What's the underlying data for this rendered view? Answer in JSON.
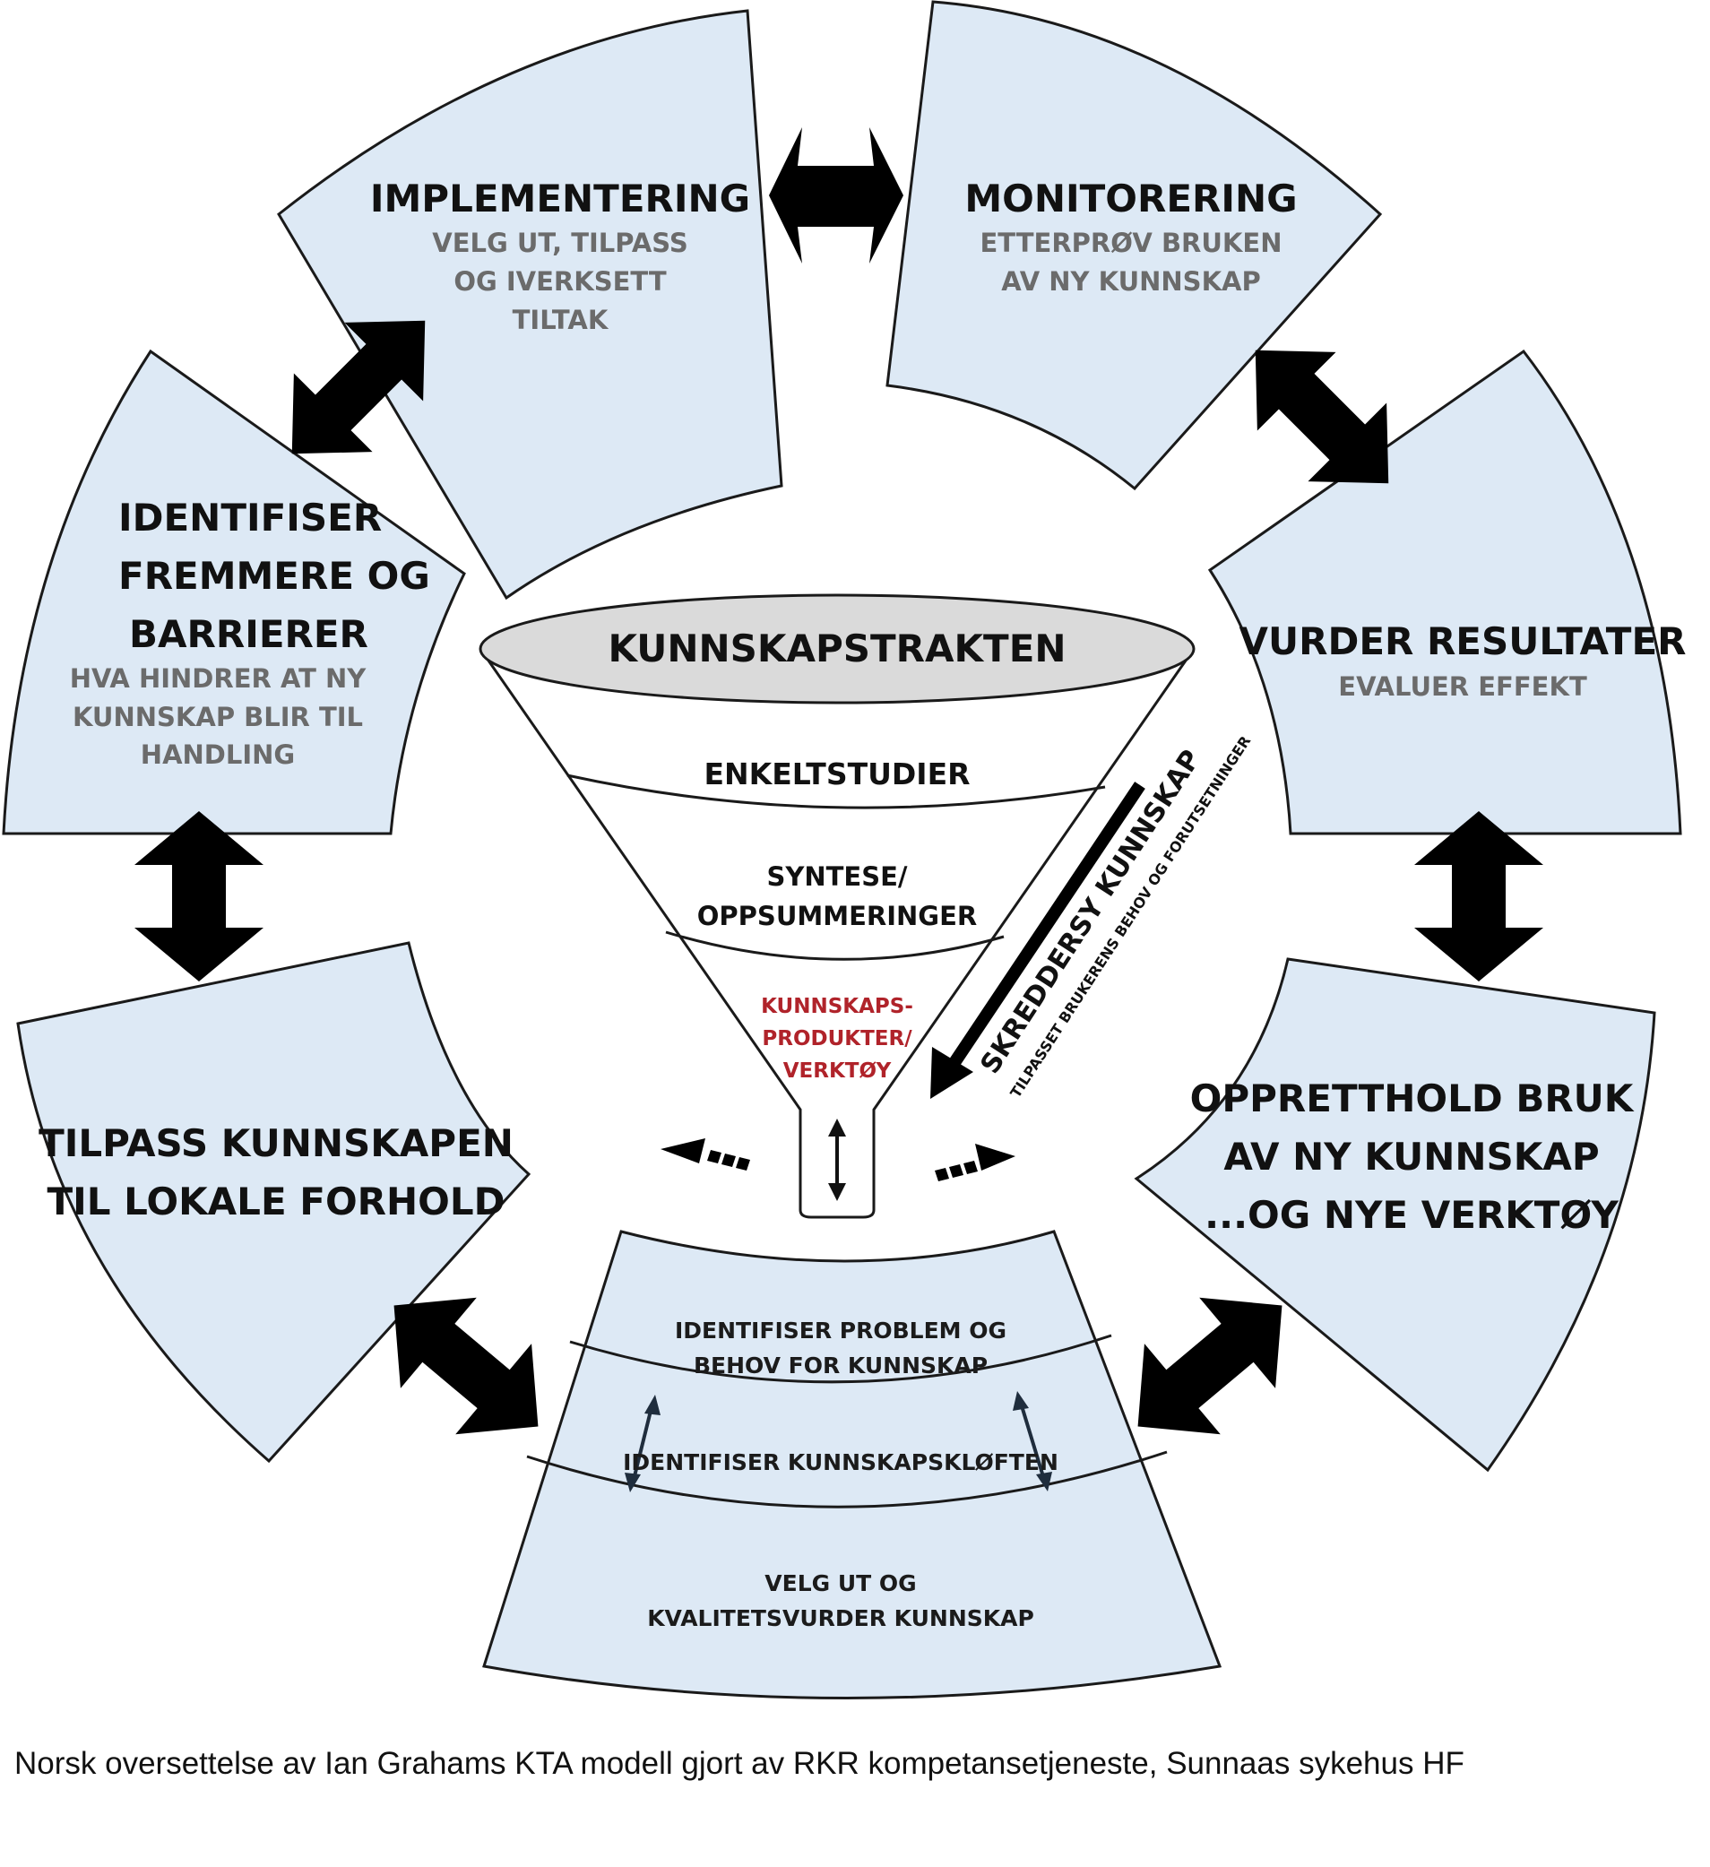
{
  "segments": {
    "implementering": {
      "title": "IMPLEMENTERING",
      "sub": [
        "VELG UT, TILPASS",
        "OG IVERKSETT",
        "TILTAK"
      ]
    },
    "monitorering": {
      "title": "MONITORERING",
      "sub": [
        "ETTERPRØV BRUKEN",
        "AV NY KUNNSKAP"
      ]
    },
    "vurder": {
      "title": "VURDER RESULTATER",
      "sub": [
        "EVALUER EFFEKT"
      ]
    },
    "oppretthold": {
      "title": [
        "OPPRETTHOLD BRUK",
        "AV NY KUNNSKAP",
        "...OG NYE VERKTØY"
      ]
    },
    "tilpass": {
      "title": [
        "TILPASS KUNNSKAPEN",
        "TIL LOKALE FORHOLD"
      ]
    },
    "identifiser": {
      "title": [
        "IDENTIFISER",
        "FREMMERE  OG",
        "BARRIERER"
      ],
      "sub": [
        "HVA HINDRER AT NY",
        "KUNNSKAP BLIR TIL",
        "HANDLING"
      ]
    }
  },
  "funnel": {
    "title": "KUNNSKAPSTRAKTEN",
    "level1": "ENKELTSTUDIER",
    "level2": [
      "SYNTESE/",
      "OPPSUMMERINGER"
    ],
    "level3": [
      "KUNNSKAPS-",
      "PRODUKTER/",
      "VERKTØY"
    ],
    "skreddersy": "SKREDDERSY KUNNSKAP",
    "skreddersy_sub": "TILPASSET BRUKERENS BEHOV OG FORUTSETNINGER"
  },
  "bottom": {
    "band1": [
      "IDENTIFISER PROBLEM OG",
      "BEHOV FOR KUNNSKAP"
    ],
    "band2": "IDENTIFISER KUNNSKAPSKLØFTEN",
    "band3": [
      "VELG UT OG",
      "KVALITETSVURDER KUNNSKAP"
    ]
  },
  "caption": "Norsk oversettelse av Ian Grahams KTA modell gjort av RKR kompetansetjeneste, Sunnaas sykehus HF",
  "colors": {
    "segment_fill": "#dde9f5",
    "subtitle_gray": "#6b6b6b",
    "accent_red": "#b0232a",
    "funnel_top": "#dadada"
  }
}
